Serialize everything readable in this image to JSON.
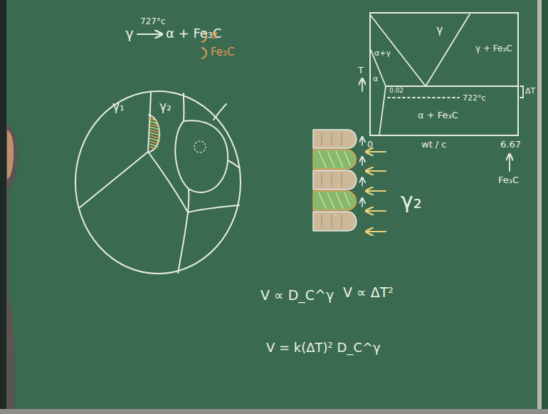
{
  "diagram": {
    "nodes": [
      {
        "text": [
          "γ",
          "γ + Fe₃C",
          "α+γ",
          "α",
          "0.02",
          "722°c",
          "α + Fe₃C"
        ]
      }
    ],
    "labels": [
      "γ",
      "727°c",
      "α + Fe₃C",
      "γ₁",
      "γ₂",
      "α",
      "Fe₃C",
      "T",
      "ΔT",
      "0",
      "wt / c",
      "6.67",
      "Fe₃C",
      "γ₂",
      "V ∝ D_C^γ",
      "V ∝ ΔT²",
      "V = k(ΔT)² D_C^γ"
    ]
  }
}
